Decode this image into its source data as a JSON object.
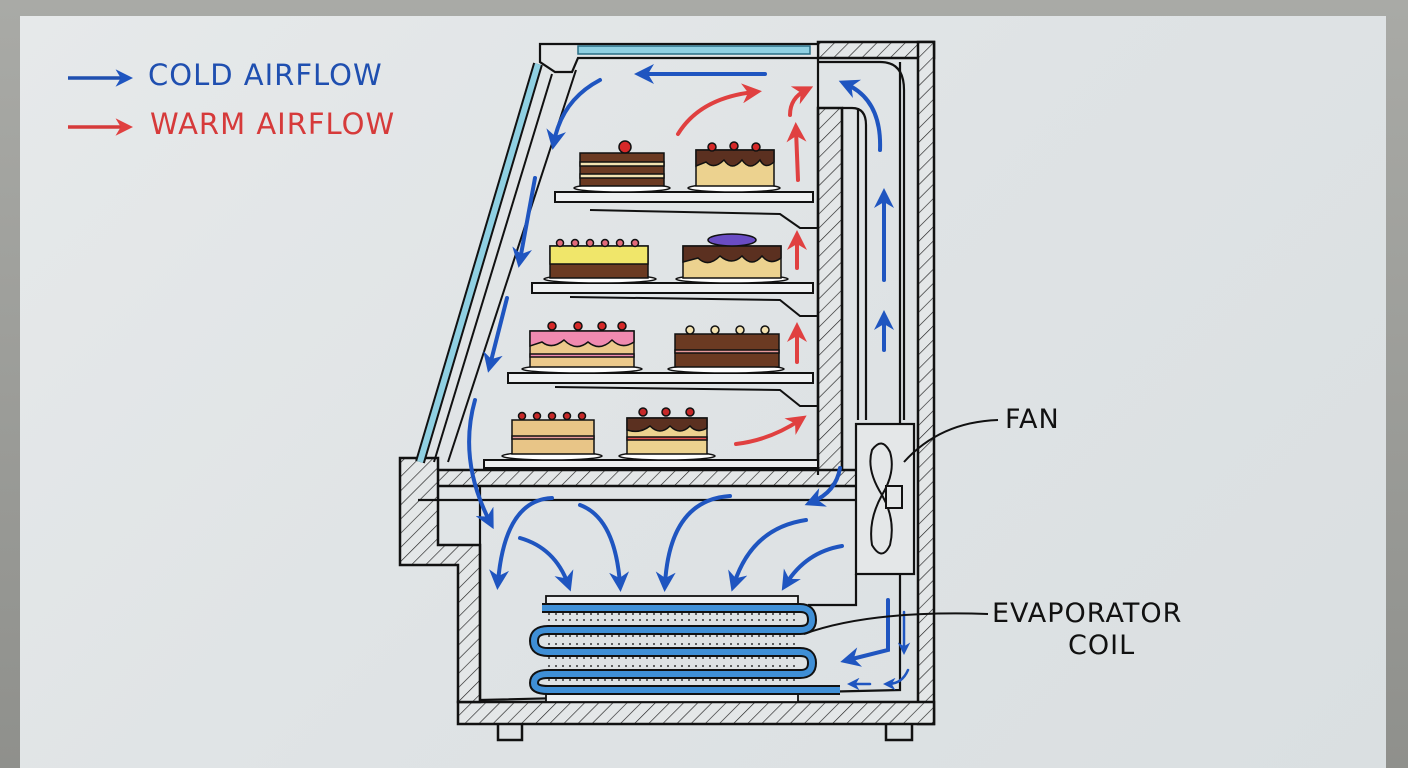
{
  "legend": {
    "items": [
      {
        "label": "COLD AIRFLOW",
        "color": "#1f4fb0",
        "icon": "arrow-right-icon"
      },
      {
        "label": "WARM AIRFLOW",
        "color": "#d63a3a",
        "icon": "arrow-right-icon"
      }
    ]
  },
  "labels": {
    "fan": "FAN",
    "evaporator_line1": "EVAPORATOR",
    "evaporator_line2": "COIL"
  },
  "colors": {
    "cold": "#1f55c0",
    "warm": "#e04040",
    "glass": "#7cc6dc",
    "coil": "#3f8fd6",
    "ink": "#111111"
  },
  "shelves": [
    {
      "cakes": [
        "chocolate-layer-slice-cherry",
        "chocolate-drip-cake-cherries"
      ]
    },
    {
      "cakes": [
        "lemon-layer-cake-berries",
        "chocolate-drip-cake-blueberries"
      ]
    },
    {
      "cakes": [
        "pink-frosted-cake-cherries",
        "chocolate-cake-cream-dollops"
      ]
    },
    {
      "cakes": [
        "strawberry-sponge-cake",
        "chocolate-drip-sponge-cake"
      ]
    }
  ]
}
